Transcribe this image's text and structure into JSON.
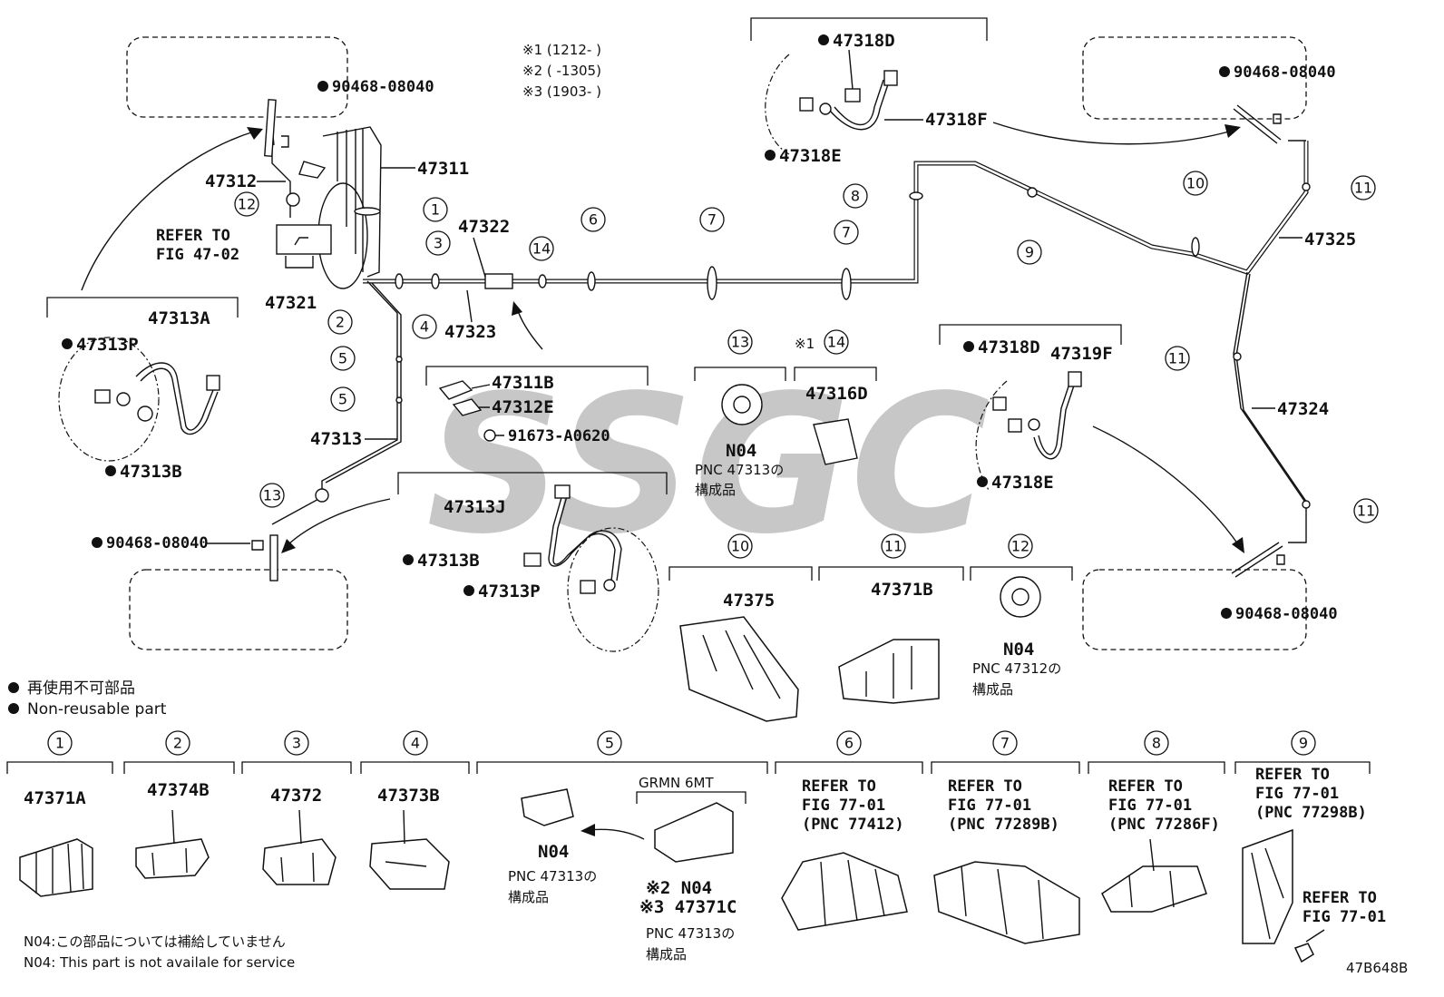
{
  "figure_code": "47B648B",
  "watermark": "SSGC",
  "date_notes": {
    "n1": "※1 (1212-     )",
    "n2": "※2 (     -1305)",
    "n3": "※3 (1903-     )"
  },
  "legend": {
    "ja": "再使用不可部品",
    "en": "Non-reusable part"
  },
  "footnote": {
    "ja": "N04:この部品については補給していません",
    "en": "N04: This part is not availale for service"
  },
  "labels": {
    "p90468_tl": "90468-08040",
    "p90468_tr": "90468-08040",
    "p90468_bl": "90468-08040",
    "p90468_br": "90468-08040",
    "p47311": "47311",
    "p47312": "47312",
    "refer_line1": "REFER TO",
    "refer_line2": "FIG 47-02",
    "p47321": "47321",
    "p47322": "47322",
    "p47323": "47323",
    "p47313": "47313",
    "p47313A": "47313A",
    "p47313P_l": "47313P",
    "p47313B_l": "47313B",
    "p47318D_t": "47318D",
    "p47318F": "47318F",
    "p47318E_t": "47318E",
    "p47325": "47325",
    "p47324": "47324",
    "p47318D_r": "47318D",
    "p47319F": "47319F",
    "p47318E_r": "47318E",
    "p47311B": "47311B",
    "p47312E": "47312E",
    "p91673": "91673-A0620",
    "p47316D": "47316D",
    "p47313J": "47313J",
    "p47313B_c": "47313B",
    "p47313P_c": "47313P",
    "p47375": "47375",
    "p47371B": "47371B",
    "n04_a": "N04",
    "pnc_a1": "PNC 47313の",
    "pnc_a2": "構成品",
    "n04_b": "N04",
    "pnc_b1": "PNC 47312の",
    "pnc_b2": "構成品",
    "note14": "※1"
  },
  "bottom_parts": {
    "p1": "47371A",
    "p2": "47374B",
    "p3": "47372",
    "p4": "47373B",
    "p5_n04": "N04",
    "p5_pnc1": "PNC 47313の",
    "p5_pnc2": "構成品",
    "grmn": "GRMN 6MT",
    "p5b_n04": "※2 N04",
    "p5b_part": "※3 47371C",
    "p5b_pnc1": "PNC 47313の",
    "p5b_pnc2": "構成品",
    "r6_1": "REFER TO",
    "r6_2": "FIG 77-01",
    "r6_3": "(PNC 77412)",
    "r7_1": "REFER TO",
    "r7_2": "FIG 77-01",
    "r7_3": "(PNC 77289B)",
    "r8_1": "REFER TO",
    "r8_2": "FIG 77-01",
    "r8_3": "(PNC 77286F)",
    "r9_1": "REFER TO",
    "r9_2": "FIG 77-01",
    "r9_3": "(PNC 77298B)",
    "r9b_1": "REFER TO",
    "r9b_2": "FIG 77-01"
  },
  "callout_numbers": [
    "1",
    "2",
    "3",
    "4",
    "5",
    "6",
    "7",
    "8",
    "9",
    "10",
    "11",
    "12",
    "13",
    "14"
  ]
}
